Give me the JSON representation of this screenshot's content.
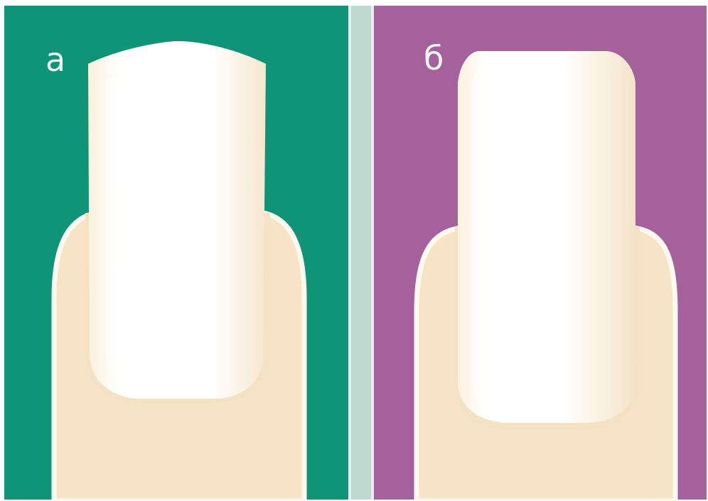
{
  "panels": [
    {
      "id": "a",
      "label": "а",
      "nail_shape": "rounded-top",
      "background_color": "#0f9478"
    },
    {
      "id": "b",
      "label": "б",
      "nail_shape": "square-top",
      "background_color": "#a5619b"
    }
  ],
  "colors": {
    "divider": "#bcd8cf",
    "frame": "#ffffff",
    "skin": "#f7e3c6",
    "skin_outline": "#fffaf0",
    "nail": "#ffffff",
    "nail_shadow": "#fbefd9",
    "nail_bed": "#f4e2c4"
  }
}
